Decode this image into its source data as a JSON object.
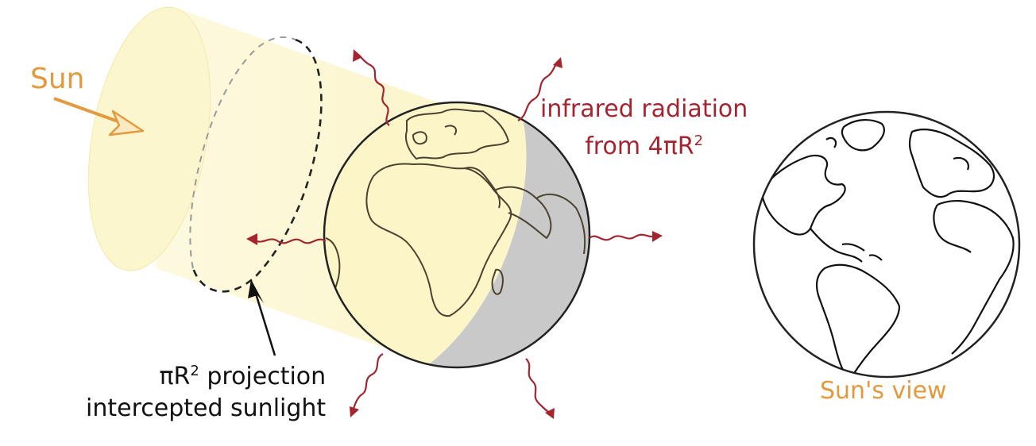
{
  "labels": {
    "sun": "Sun",
    "infrared_line1": "infrared radiation",
    "infrared_line2_prefix": "from 4πR",
    "infrared_line2_sup": "2",
    "projection_line1_prefix": "πR",
    "projection_line1_sup": "2",
    "projection_line1_suffix": " projection",
    "projection_line2": "intercepted sunlight",
    "sun_view": "Sun's view"
  },
  "colors": {
    "sunlight_beam": "#fbf5c8",
    "sun_label": "#e39a3e",
    "infrared": "#a32530",
    "earth_day": "#fbf5c8",
    "earth_night": "#c8c8c8",
    "outline": "#222222"
  }
}
